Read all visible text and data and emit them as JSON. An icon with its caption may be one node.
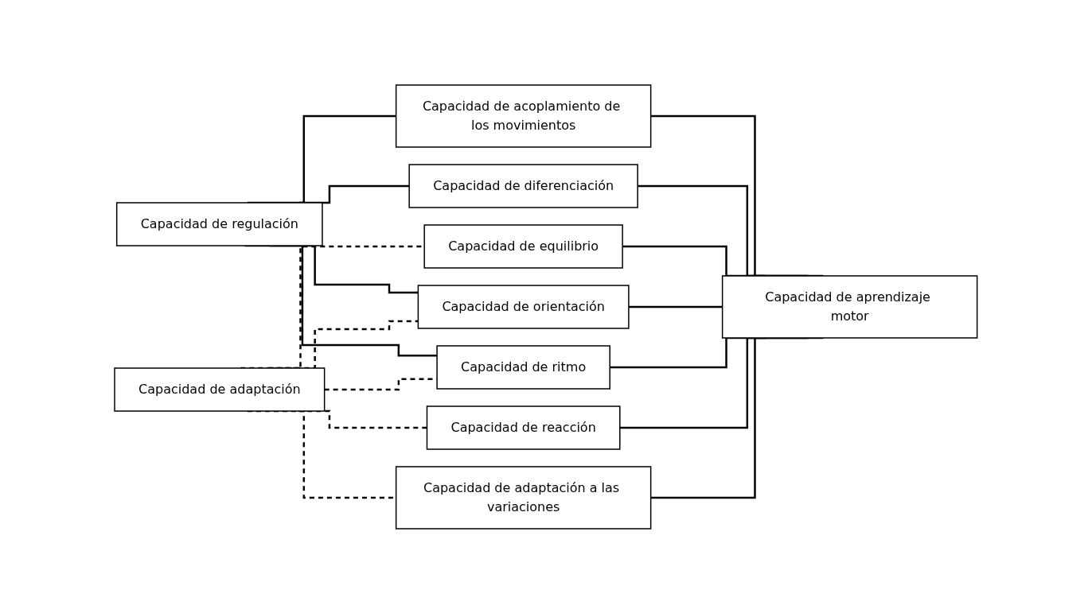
{
  "diagram": {
    "nodes": [
      {
        "text": [
          "Capacidad de regulación"
        ]
      },
      {
        "text": [
          "Capacidad de adaptación"
        ]
      },
      {
        "text": [
          "Capacidad de acoplamiento de los movimientos"
        ]
      },
      {
        "text": [
          "Capacidad de diferenciación"
        ]
      },
      {
        "text": [
          "Capacidad de equilibrio"
        ]
      },
      {
        "text": [
          "Capacidad de orientación"
        ]
      },
      {
        "text": [
          "Capacidad de ritmo"
        ]
      },
      {
        "text": [
          "Capacidad de reacción"
        ]
      },
      {
        "text": [
          "Capacidad de adaptación a las variaciones"
        ]
      },
      {
        "text": [
          "Capacidad de aprendizaje motor"
        ]
      }
    ],
    "edges": [
      {
        "from": 0,
        "to": 2,
        "arrow": "none"
      },
      {
        "from": 0,
        "to": 3,
        "arrow": "none"
      },
      {
        "from": 0,
        "to": 5,
        "arrow": "none"
      },
      {
        "from": 0,
        "to": 6,
        "arrow": "none"
      },
      {
        "from": 1,
        "to": 4,
        "arrow": "none",
        "style": "dashed"
      },
      {
        "from": 1,
        "to": 5,
        "arrow": "none",
        "style": "dashed"
      },
      {
        "from": 1,
        "to": 6,
        "arrow": "none",
        "style": "dashed"
      },
      {
        "from": 1,
        "to": 7,
        "arrow": "none",
        "style": "dashed"
      },
      {
        "from": 1,
        "to": 8,
        "arrow": "none",
        "style": "dashed"
      },
      {
        "from": 2,
        "to": 9,
        "arrow": "none"
      },
      {
        "from": 3,
        "to": 9,
        "arrow": "none"
      },
      {
        "from": 4,
        "to": 9,
        "arrow": "none"
      },
      {
        "from": 5,
        "to": 9,
        "arrow": "none"
      },
      {
        "from": 6,
        "to": 9,
        "arrow": "none"
      },
      {
        "from": 7,
        "to": 9,
        "arrow": "none"
      },
      {
        "from": 8,
        "to": 9,
        "arrow": "none"
      }
    ]
  }
}
